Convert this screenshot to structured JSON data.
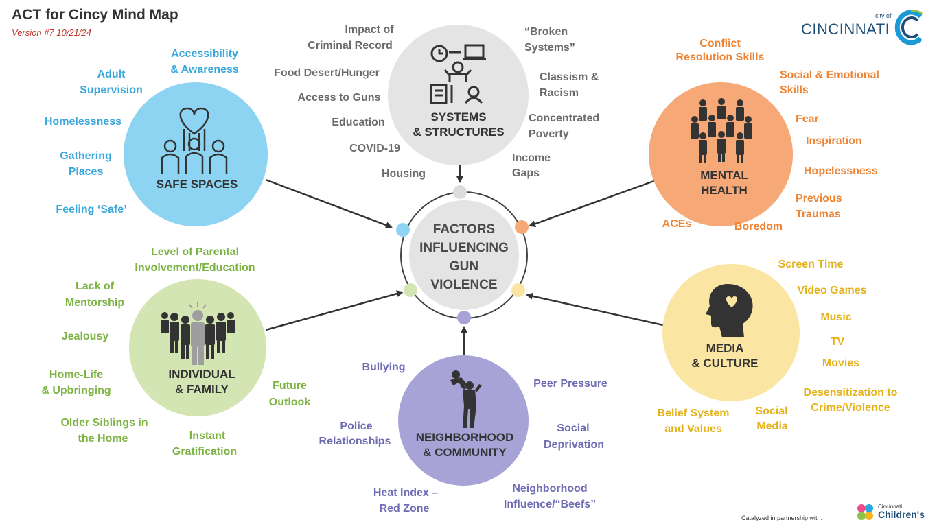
{
  "header": {
    "title": "ACT for Cincy Mind Map",
    "version": "Version #7 10/21/24"
  },
  "logos": {
    "city_small": "city of",
    "city_name": "CINCINNATI",
    "partner_text": "Catalyzed in partnership with:",
    "childrens_small": "Cincinnati",
    "childrens_name": "Children's"
  },
  "center": {
    "line1": "FACTORS",
    "line2": "INFLUENCING",
    "line3": "GUN",
    "line4": "VIOLENCE"
  },
  "hubs": {
    "systems": {
      "line1": "SYSTEMS",
      "line2": "& STRUCTURES",
      "color": "#e4e4e4"
    },
    "safe": {
      "line1": "SAFE SPACES",
      "color": "#8dd4f2"
    },
    "mental": {
      "line1": "MENTAL",
      "line2": "HEALTH",
      "color": "#f7a877"
    },
    "individual": {
      "line1": "INDIVIDUAL",
      "line2": "& FAMILY",
      "color": "#d4e5b4"
    },
    "neighborhood": {
      "line1": "NEIGHBORHOOD",
      "line2": "& COMMUNITY",
      "color": "#a7a3d6"
    },
    "media": {
      "line1": "MEDIA",
      "line2": "& CULTURE",
      "color": "#fbe5a3"
    }
  },
  "systems_items": [
    "Impact of",
    "Criminal Record",
    "Food Desert/Hunger",
    "Access to Guns",
    "Education",
    "COVID-19",
    "Housing",
    "“Broken",
    "Systems”",
    "Classism &",
    "Racism",
    "Concentrated",
    "Poverty",
    "Income",
    "Gaps"
  ],
  "safe_items": [
    "Accessibility",
    "& Awareness",
    "Adult",
    "Supervision",
    "Homelessness",
    "Gathering",
    "Places",
    "Feeling ‘Safe’"
  ],
  "mental_items": [
    "Conflict",
    "Resolution Skills",
    "Social & Emotional",
    "Skills",
    "Fear",
    "Inspiration",
    "Hopelessness",
    "Previous",
    "Traumas",
    "ACEs",
    "Boredom"
  ],
  "individual_items": [
    "Level of Parental",
    "Involvement/Education",
    "Lack of",
    "Mentorship",
    "Jealousy",
    "Home-Life",
    "& Upbringing",
    "Older Siblings in",
    "the Home",
    "Instant",
    "Gratification",
    "Future",
    "Outlook"
  ],
  "neighborhood_items": [
    "Bullying",
    "Peer Pressure",
    "Police",
    "Relationships",
    "Social",
    "Deprivation",
    "Heat Index –",
    "Red Zone",
    "Neighborhood",
    "Influence/“Beefs”"
  ],
  "media_items": [
    "Screen Time",
    "Video Games",
    "Music",
    "TV",
    "Movies",
    "Desensitization to",
    "Crime/Violence",
    "Belief System",
    "and Values",
    "Social",
    "Media"
  ],
  "colors": {
    "gray": "#6b6b6b",
    "blue": "#3aa8dc",
    "orange": "#ee8434",
    "green": "#7cb342",
    "purple": "#6f6cb4",
    "yellow": "#e5b21a",
    "dark": "#333333"
  }
}
